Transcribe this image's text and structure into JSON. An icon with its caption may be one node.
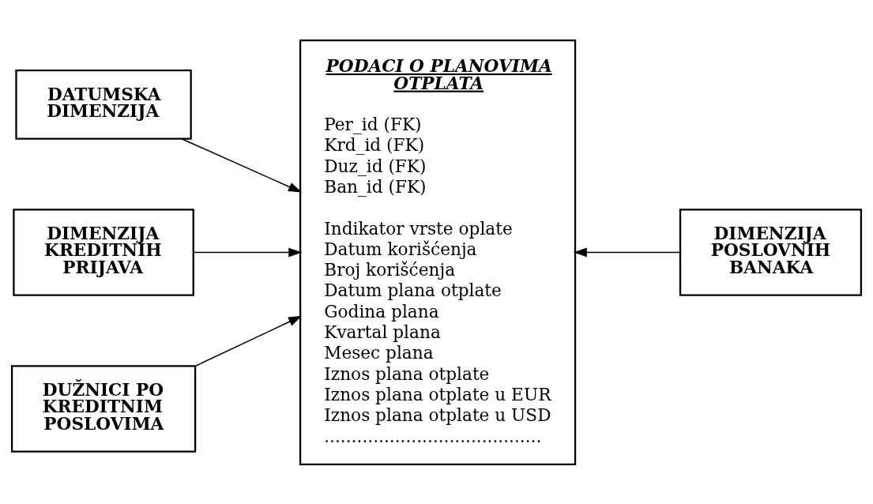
{
  "diagram": {
    "nodes": [
      {
        "text": [
          "DATUMSKA DIMENZIJA"
        ]
      },
      {
        "text": [
          "PODACI O PLANOVIMA OTPLATA",
          "Per_id (FK)",
          "Krd_id (FK)",
          "Duz_id (FK)",
          "Ban_id (FK)",
          "Indikator vrste oplate",
          "Datum korišćenja",
          "Broj korišćenja",
          "Datum plana otplate",
          "Godina plana",
          "Kvartal plana",
          "Mesec plana",
          "Iznos plana otplate",
          "Iznos plana otplate u EUR",
          "Iznos plana otplate u USD",
          "........................................"
        ]
      },
      {
        "text": [
          "DIMENZIJA POSLOVNIH BANAKA"
        ]
      },
      {
        "text": [
          "DIMENZIJA KREDITNIH PRIJAVA"
        ]
      },
      {
        "text": [
          "DUŽNICI PO KREDITNIM POSLOVIMA"
        ]
      }
    ],
    "edges": [
      {
        "from": 0,
        "to": 1,
        "arrow": "to"
      },
      {
        "from": 2,
        "to": 1,
        "arrow": "to"
      },
      {
        "from": 3,
        "to": 1,
        "arrow": "to"
      },
      {
        "from": 4,
        "to": 1,
        "arrow": "to"
      }
    ]
  }
}
